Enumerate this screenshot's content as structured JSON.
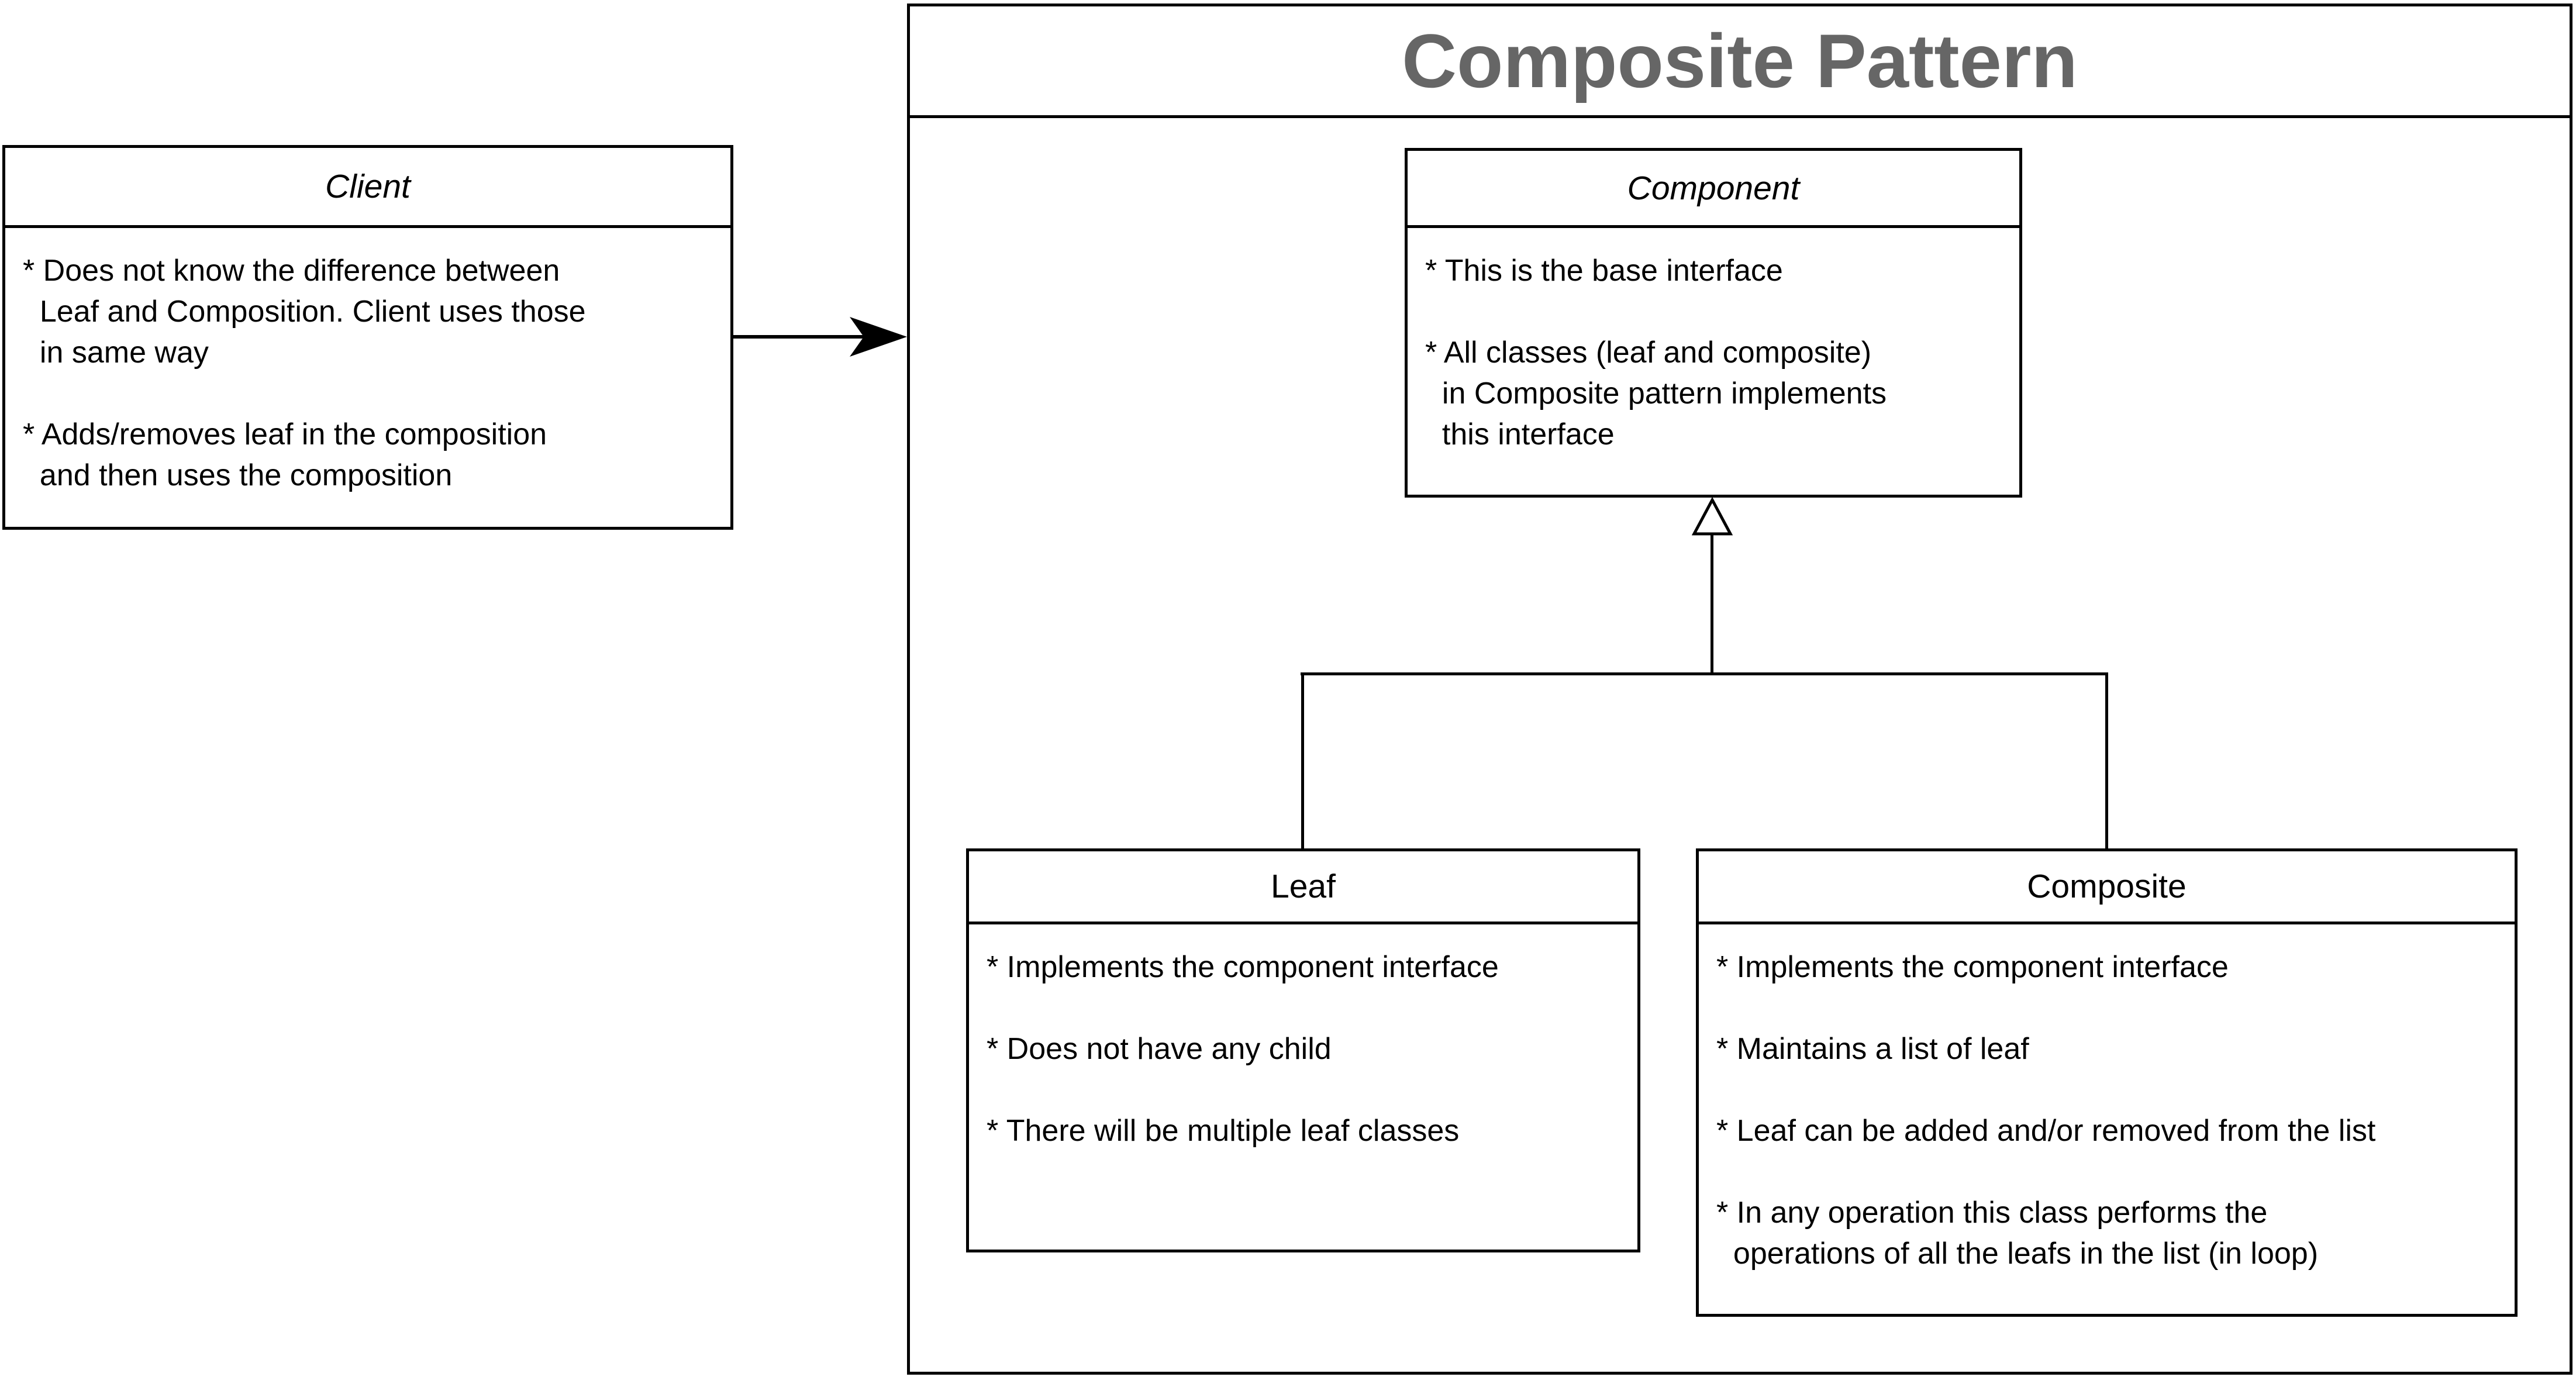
{
  "diagram": {
    "title": "Composite Pattern",
    "title_color": "#666666",
    "line_color": "#000000",
    "background_color": "#ffffff"
  },
  "boxes": {
    "client": {
      "title": "Client",
      "body": [
        "* Does not know the difference between",
        "  Leaf and Composition. Client uses those",
        "  in same way",
        "",
        "* Adds/removes leaf in the composition",
        "  and then uses the composition"
      ]
    },
    "component": {
      "title": "Component",
      "body": [
        "* This is the base interface",
        "",
        "* All classes (leaf and composite)",
        "  in Composite pattern implements",
        "  this interface"
      ]
    },
    "leaf": {
      "title": "Leaf",
      "body": [
        "* Implements the component interface",
        "",
        "* Does not have any child",
        "",
        "* There will be multiple leaf classes"
      ]
    },
    "composite": {
      "title": "Composite",
      "body": [
        "* Implements the component interface",
        "",
        "* Maintains a list of leaf",
        "",
        "* Leaf can be added and/or removed from the list",
        "",
        "* In any operation this class performs the",
        "  operations of all the leafs in the list (in loop)"
      ]
    }
  },
  "relations": {
    "client_to_pattern": "association-arrow",
    "leaf_to_component": "generalization",
    "composite_to_component": "generalization"
  }
}
